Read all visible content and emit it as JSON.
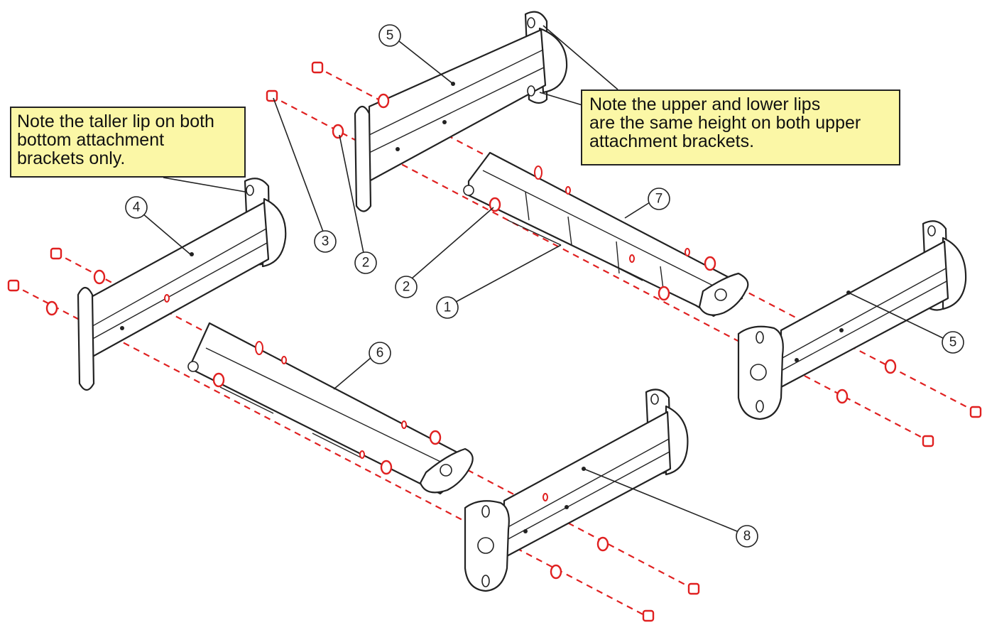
{
  "notes": {
    "left_lines": [
      "Note the taller lip on both",
      "bottom attachment",
      "brackets only."
    ],
    "right_lines": [
      "Note the upper and lower lips",
      "are the same height on both upper",
      "attachment brackets."
    ]
  },
  "callouts": {
    "c1": "1",
    "c2a": "2",
    "c2b": "2",
    "c3": "3",
    "c4": "4",
    "c5a": "5",
    "c5b": "5",
    "c6": "6",
    "c7": "7",
    "c8": "8"
  },
  "colors": {
    "note_fill": "#fbf7a6",
    "hardware_red": "#e02020",
    "line_black": "#222222"
  }
}
